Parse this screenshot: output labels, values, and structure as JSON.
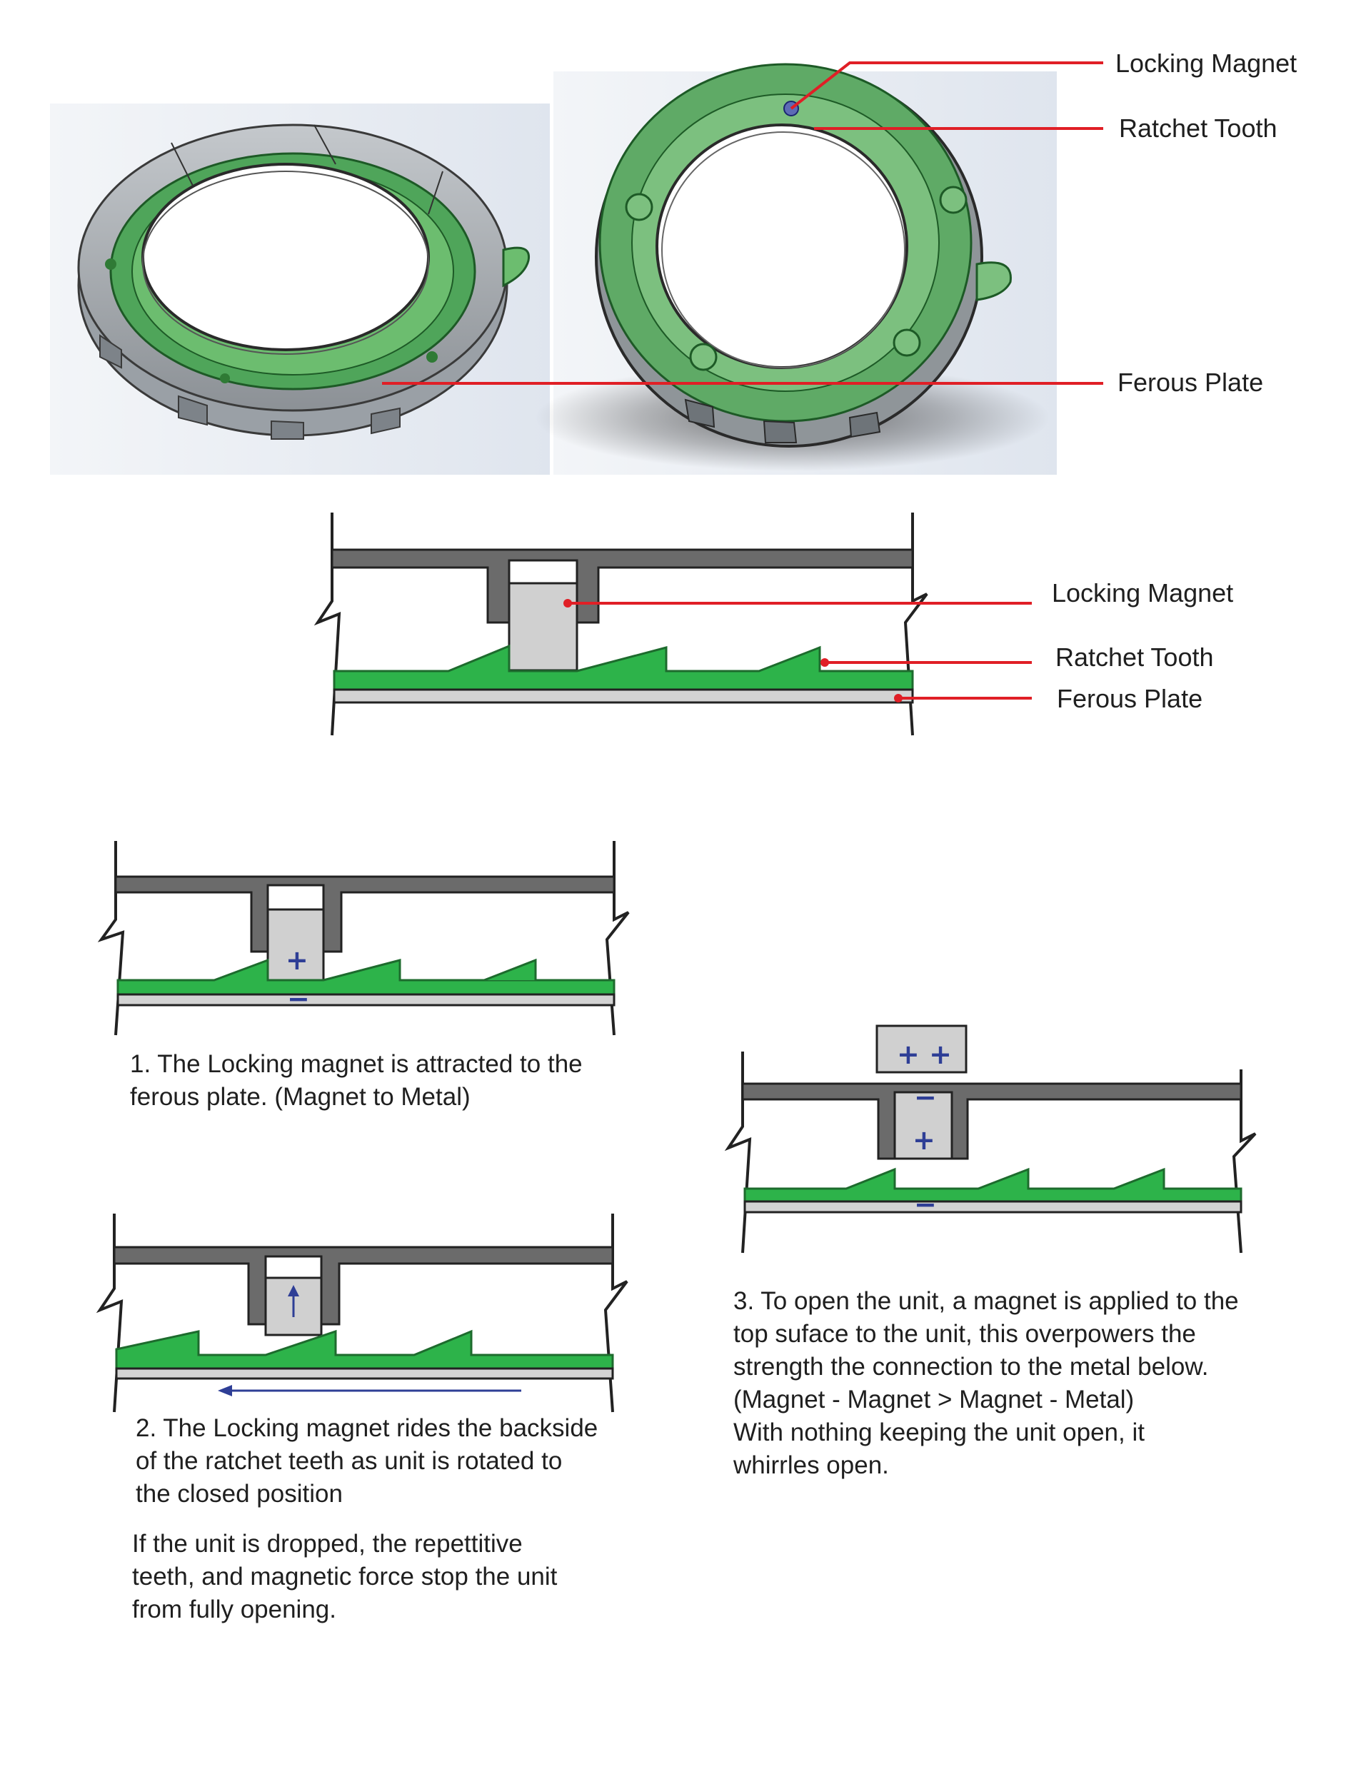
{
  "labels": {
    "locking_magnet": "Locking Magnet",
    "ratchet_tooth": "Ratchet Tooth",
    "ferous_plate": "Ferous Plate"
  },
  "signs": {
    "plus": "+",
    "minus": "−",
    "double_plus": "+ +"
  },
  "captions": {
    "step1": "1. The Locking magnet is attracted to the\nferous plate. (Magnet to Metal)",
    "step2": "2. The Locking magnet rides the backside\nof the ratchet teeth as unit is rotated to\nthe closed position",
    "step2_note": "If the unit is dropped, the repettitive\nteeth, and magnetic force stop the unit\nfrom fully opening.",
    "step3": "3. To open the unit, a magnet is applied to the\ntop suface to the unit, this overpowers the\nstrength the connection to the metal below.\n(Magnet - Magnet > Magnet - Metal)\nWith nothing keeping the unit open, it\nwhirrles open."
  },
  "colors": {
    "callout_red": "#e01f26",
    "ratchet_green": "#2db34a",
    "housing_gray": "#6b6b6b",
    "magnet_gray": "#d0d0d0",
    "plate_gray": "#d3d3d3",
    "sign_blue": "#2e3e96"
  },
  "icons": {
    "arrow_up": "up-arrow-icon",
    "rotation_arrow": "left-arrow-icon"
  }
}
